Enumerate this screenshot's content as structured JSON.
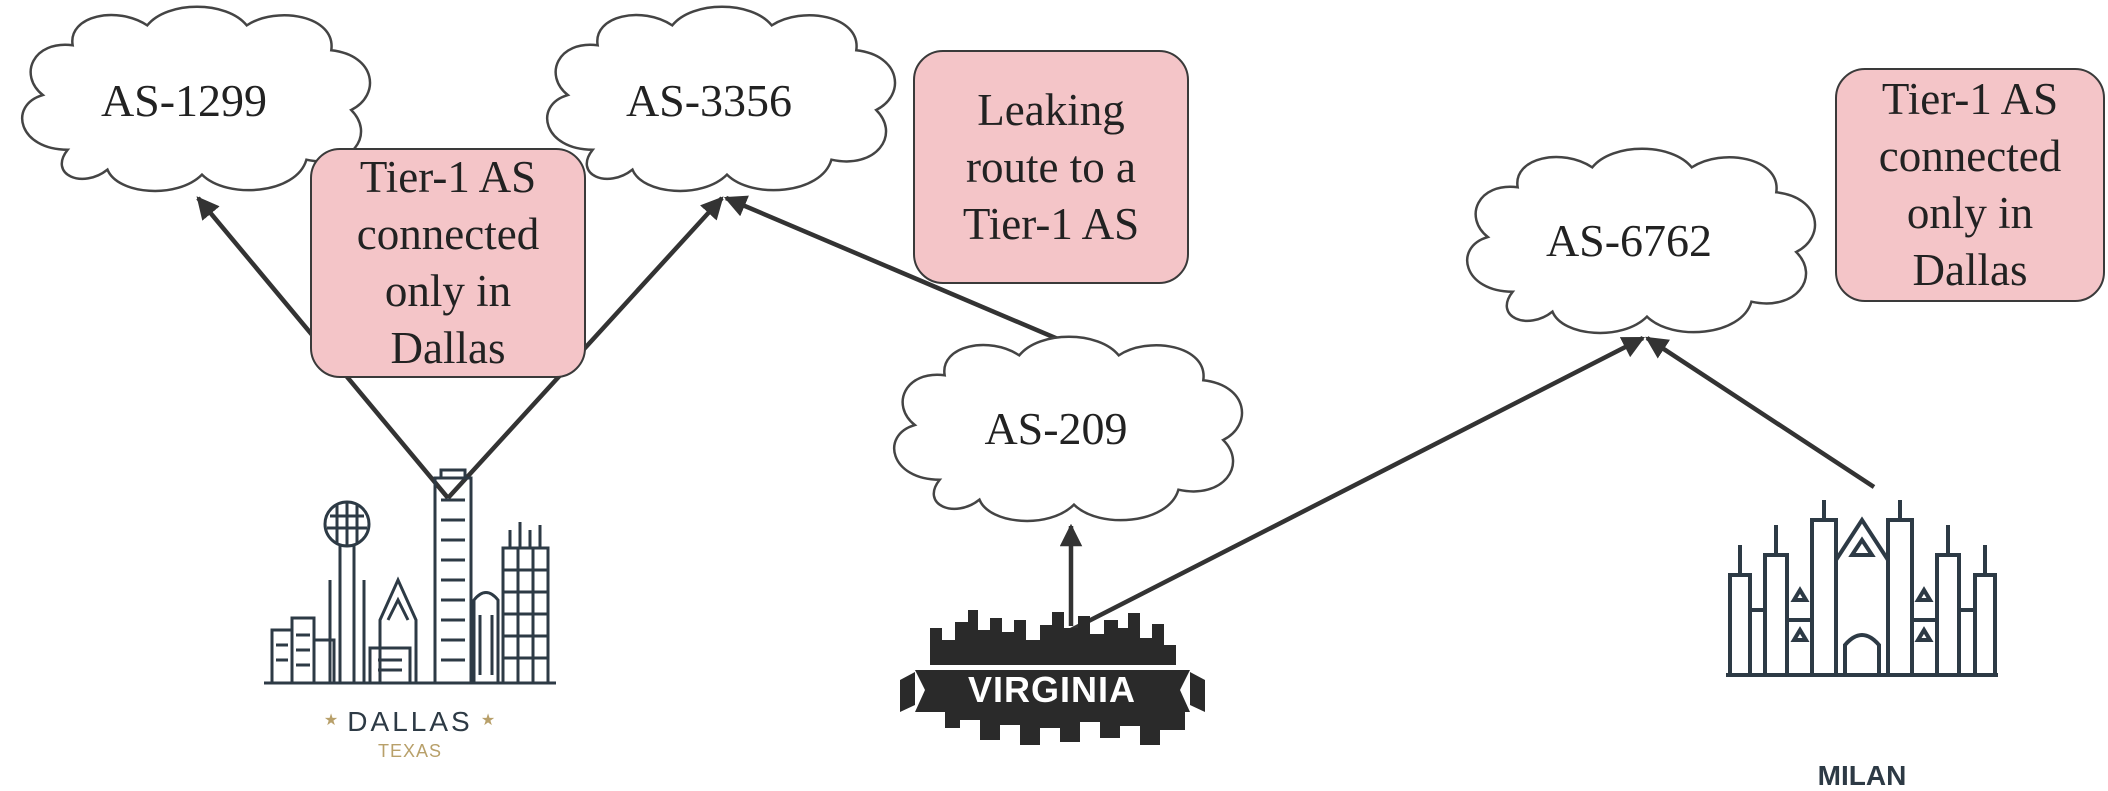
{
  "clouds": {
    "as1299": "AS-1299",
    "as3356": "AS-3356",
    "as209": "AS-209",
    "as6762": "AS-6762"
  },
  "notes": {
    "dallas_note": [
      "Tier-1 AS",
      "connected",
      "only in",
      "Dallas"
    ],
    "leak_note": [
      "Leaking",
      "route to a",
      "Tier-1 AS"
    ],
    "milan_note": [
      "Tier-1 AS",
      "connected",
      "only in",
      "Dallas"
    ]
  },
  "cities": {
    "dallas": {
      "name": "DALLAS",
      "state": "TEXAS",
      "star": "★"
    },
    "virginia": {
      "name": "VIRGINIA"
    },
    "milan": {
      "name": "MILAN"
    }
  },
  "colors": {
    "note_fill": "#f4c5c8",
    "line": "#333333",
    "dallas_gold": "#b8a06a",
    "skyline_dark": "#2d3a45"
  }
}
